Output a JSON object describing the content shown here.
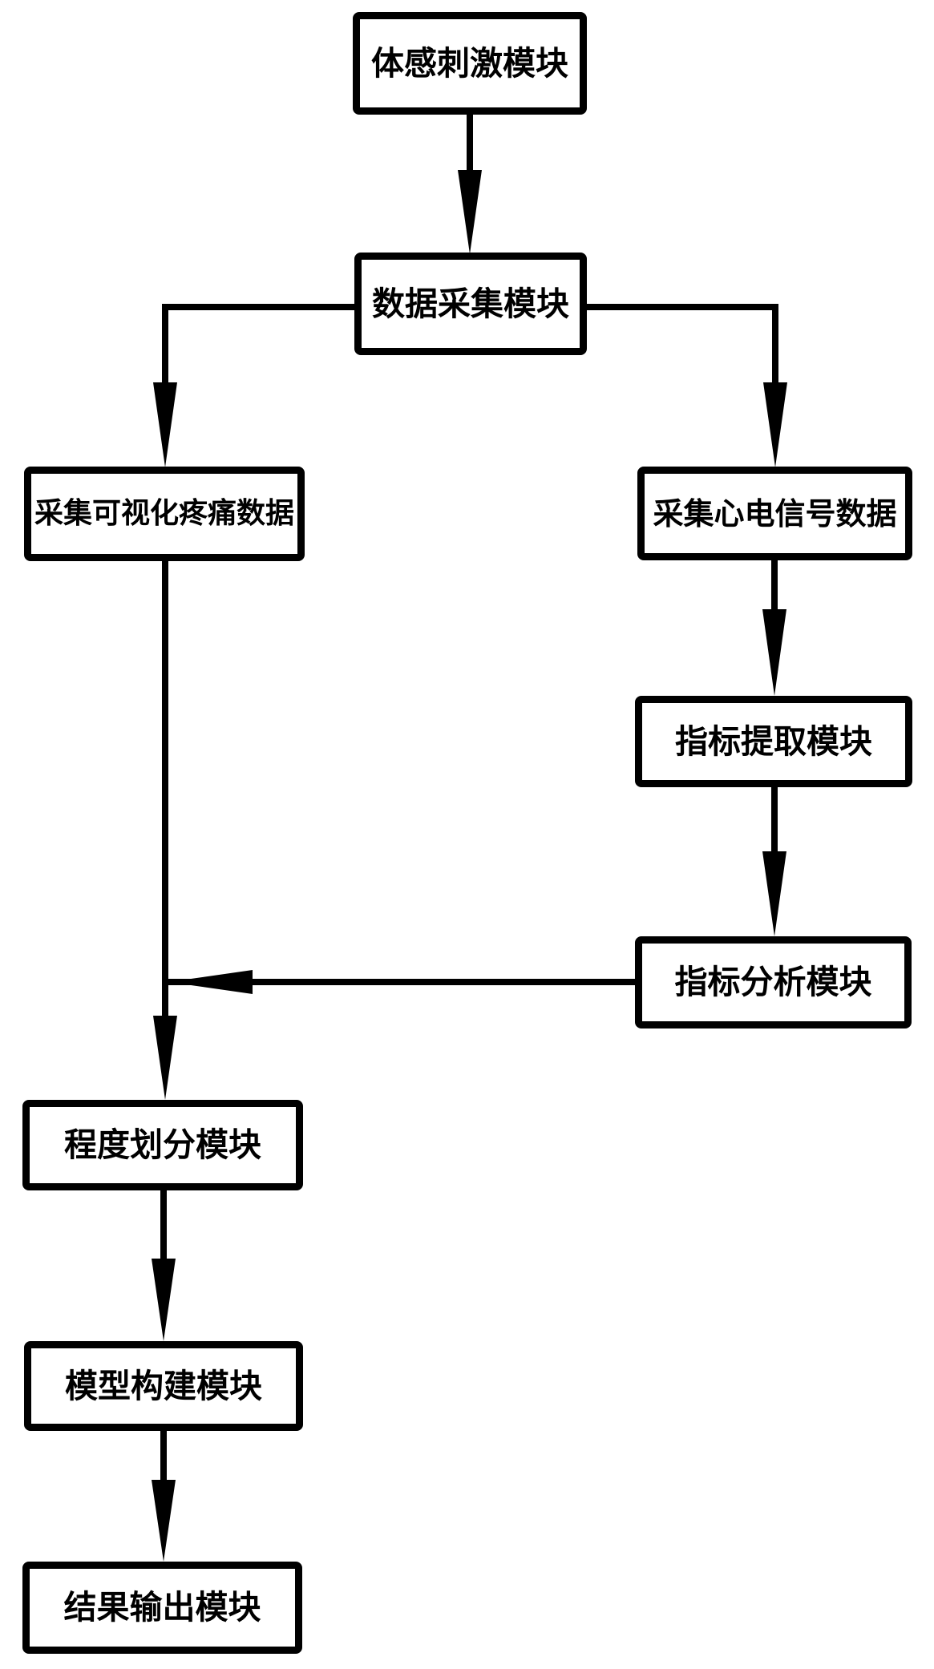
{
  "diagram": {
    "type": "flowchart",
    "background_color": "#ffffff",
    "line_color": "#000000",
    "box_border_color": "#000000",
    "text_color": "#000000",
    "nodes": [
      {
        "id": "somatosensory-stimulation-module",
        "label": "体感刺激模块"
      },
      {
        "id": "data-acquisition-module",
        "label": "数据采集模块"
      },
      {
        "id": "collect-visualized-pain-data",
        "label": "采集可视化疼痛数据"
      },
      {
        "id": "collect-ecg-signal-data",
        "label": "采集心电信号数据"
      },
      {
        "id": "indicator-extraction-module",
        "label": "指标提取模块"
      },
      {
        "id": "indicator-analysis-module",
        "label": "指标分析模块"
      },
      {
        "id": "degree-classification-module",
        "label": "程度划分模块"
      },
      {
        "id": "model-construction-module",
        "label": "模型构建模块"
      },
      {
        "id": "result-output-module",
        "label": "结果输出模块"
      }
    ],
    "edges": [
      {
        "from": "体感刺激模块",
        "to": "数据采集模块"
      },
      {
        "from": "数据采集模块",
        "to": "采集可视化疼痛数据"
      },
      {
        "from": "数据采集模块",
        "to": "采集心电信号数据"
      },
      {
        "from": "采集心电信号数据",
        "to": "指标提取模块"
      },
      {
        "from": "指标提取模块",
        "to": "指标分析模块"
      },
      {
        "from": "指标分析模块",
        "to": "程度划分模块"
      },
      {
        "from": "采集可视化疼痛数据",
        "to": "程度划分模块"
      },
      {
        "from": "程度划分模块",
        "to": "模型构建模块"
      },
      {
        "from": "模型构建模块",
        "to": "结果输出模块"
      }
    ]
  }
}
